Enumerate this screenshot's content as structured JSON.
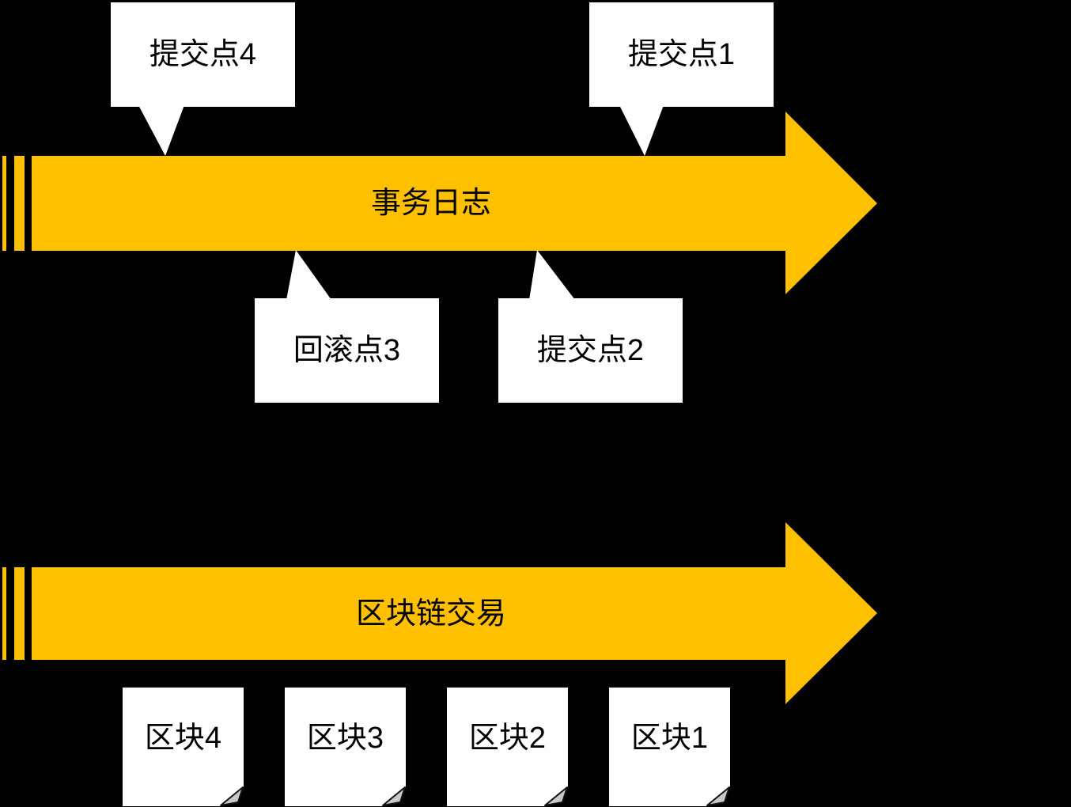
{
  "diagram": {
    "background_color": "#000000",
    "arrow_color": "#FFC000",
    "callout_fill_color": "#FFFFFF",
    "fold_color": "#C9C9C9",
    "text_color": "#000000",
    "timelines": [
      {
        "label": "事务日志"
      },
      {
        "label": "区块链交易"
      }
    ],
    "callouts": [
      {
        "label": "提交点4"
      },
      {
        "label": "提交点1"
      },
      {
        "label": "回滚点3"
      },
      {
        "label": "提交点2"
      }
    ],
    "blocks": [
      {
        "label": "区块4"
      },
      {
        "label": "区块3"
      },
      {
        "label": "区块2"
      },
      {
        "label": "区块1"
      }
    ]
  }
}
